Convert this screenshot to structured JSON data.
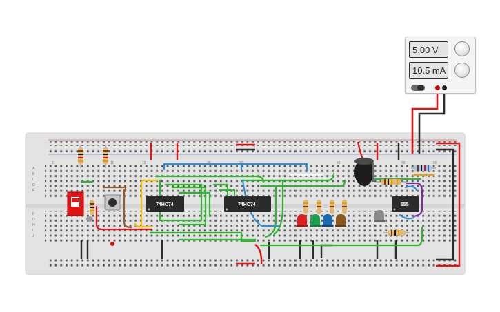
{
  "power_supply": {
    "voltage_display": "5.00 V",
    "current_display": "10.5 mA"
  },
  "breadboard": {
    "column_numbers": [
      "1",
      "10",
      "15",
      "25",
      "30",
      "45",
      "55",
      "60"
    ],
    "row_letters": [
      "A",
      "B",
      "C",
      "D",
      "E",
      "F",
      "G",
      "H",
      "I",
      "J"
    ]
  },
  "chips": {
    "chip1_label": "74HC74",
    "chip2_label": "74HC74",
    "chip3_label": "555"
  },
  "colors": {
    "wire_red": "#e01414",
    "wire_black": "#2b2b2b",
    "wire_green": "#2fb52f",
    "wire_blue": "#2b8fd8",
    "wire_yellow": "#f0c000",
    "wire_brown": "#9b5a2a",
    "wire_purple": "#7a2fa0",
    "breadboard": "#e3e3e3"
  }
}
